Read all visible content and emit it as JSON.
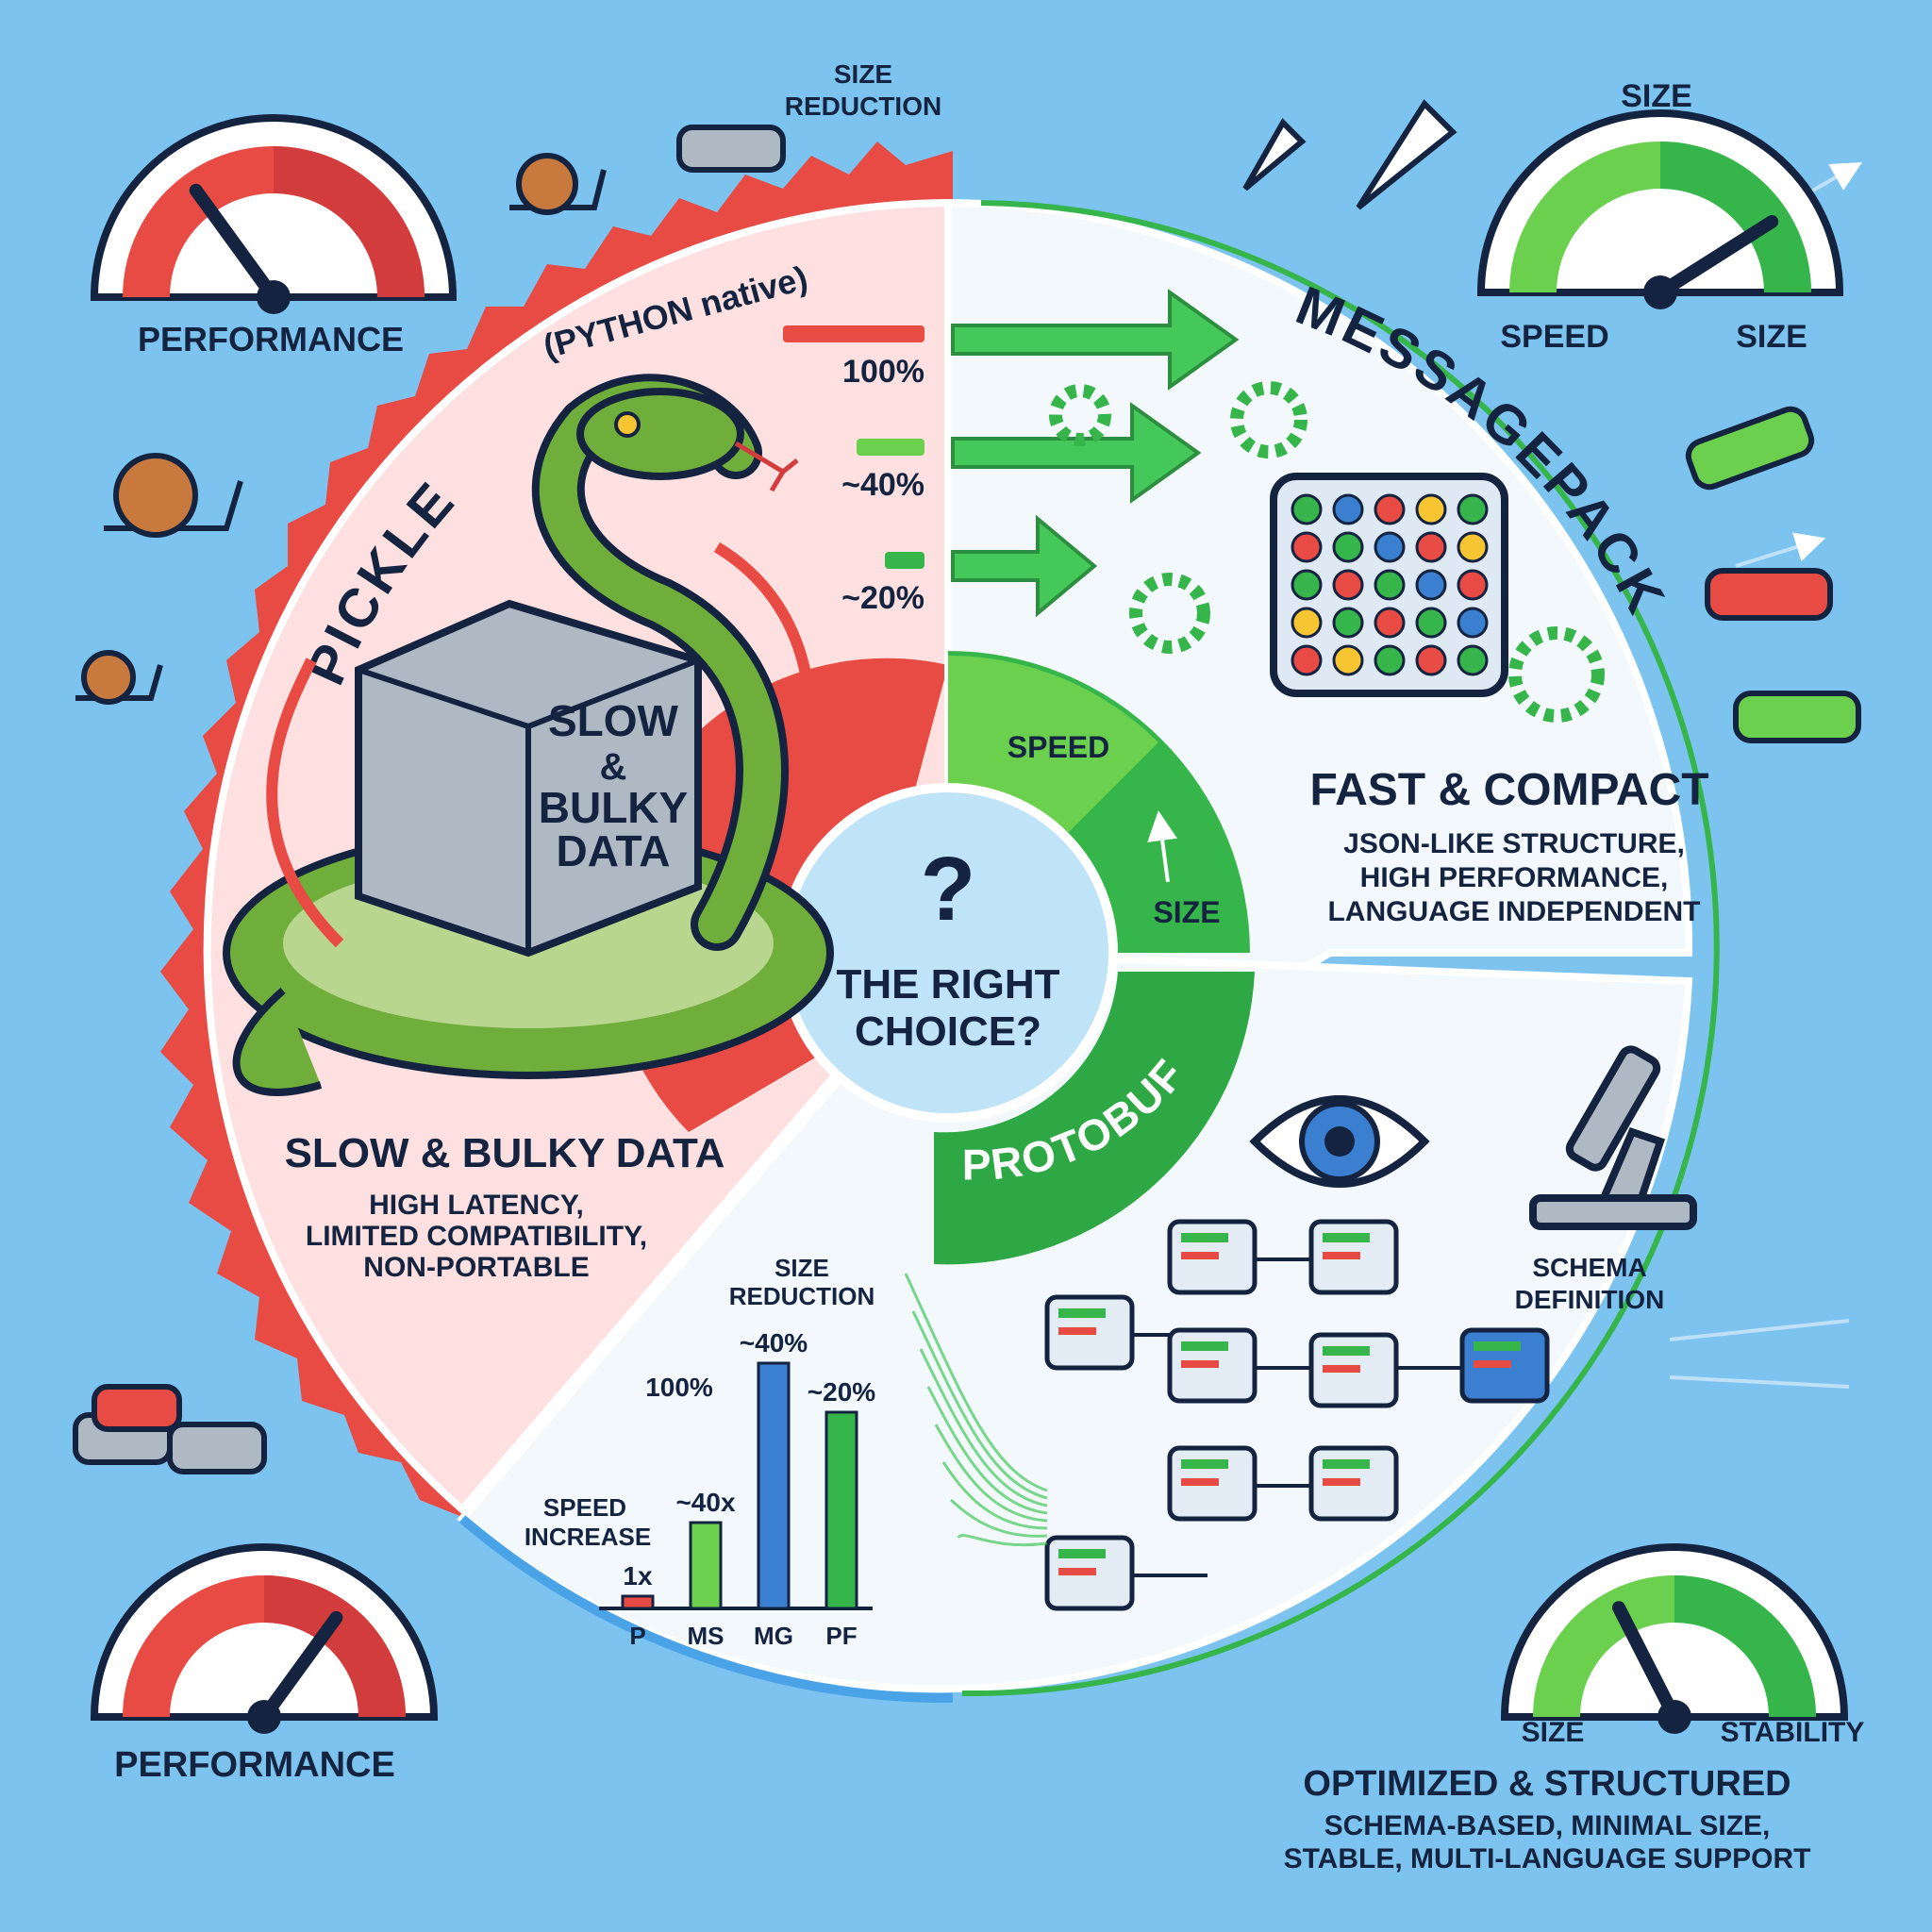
{
  "center": {
    "question": "?",
    "line1": "THE RIGHT",
    "line2": "CHOICE?"
  },
  "pickle": {
    "title": "PICKLE",
    "subtitle": "(PYTHON native)",
    "box_label": [
      "SLOW",
      "&",
      "BULKY",
      "DATA"
    ],
    "heading": "SLOW & BULKY DATA",
    "desc": [
      "HIGH LATENCY,",
      "LIMITED COMPATIBILITY,",
      "NON-PORTABLE"
    ],
    "size_bars": [
      {
        "label": "100%",
        "fraction": 1.0,
        "color": "#e84a44"
      },
      {
        "label": "~40%",
        "fraction": 0.48,
        "color": "#6bd04e"
      },
      {
        "label": "~20%",
        "fraction": 0.28,
        "color": "#36b54a"
      }
    ]
  },
  "messagepack": {
    "title": "MESSAGEPACK",
    "heading": "FAST & COMPACT",
    "desc": [
      "JSON-LIKE STRUCTURE,",
      "HIGH PERFORMANCE,",
      "LANGUAGE INDEPENDENT"
    ],
    "ring_labels": [
      "SPEED",
      "SIZE"
    ]
  },
  "protobuf": {
    "title": "PROTOBUF",
    "heading": "OPTIMIZED & STRUCTURED",
    "desc": [
      "SCHEMA-BASED, MINIMAL SIZE,",
      "STABLE, MULTI-LANGUAGE SUPPORT"
    ],
    "schema_label": [
      "SCHEMA",
      "DEFINITION"
    ]
  },
  "gauges": {
    "top_left": {
      "label": "PERFORMANCE",
      "level": 0.3
    },
    "top_right": {
      "title": "SIZE",
      "left_label": "SPEED",
      "right_label": "SIZE",
      "level": 0.82
    },
    "bottom_left": {
      "label": "PERFORMANCE",
      "level": 0.7
    },
    "bottom_right": {
      "left_label": "SIZE",
      "right_label": "STABILITY",
      "level": 0.35
    }
  },
  "top_label": [
    "SIZE",
    "REDUCTION"
  ],
  "chart_data": {
    "type": "bar",
    "title": "SIZE REDUCTION",
    "ylabel": "SPEED INCREASE",
    "categories": [
      "P",
      "MS",
      "MG",
      "PF"
    ],
    "values": [
      5,
      35,
      100,
      80
    ],
    "data_labels": [
      "1x",
      "~40x",
      "~40%",
      "~20%"
    ],
    "extra_label": "100%",
    "colors": [
      "#e84a44",
      "#6bd04e",
      "#3a7fd0",
      "#36b54a"
    ]
  },
  "colors": {
    "background": "#7cc3ef",
    "pickle_red": "#e84a44",
    "green": "#36b54a",
    "navy": "#14233f"
  }
}
